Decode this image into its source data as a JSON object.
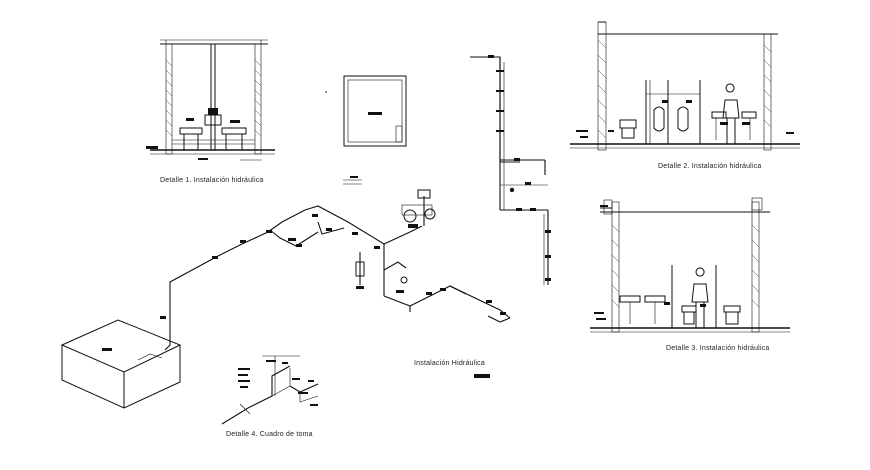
{
  "labels": {
    "detail1": "Detalle 1. Instalación hidráulica",
    "detail2": "Detalle 2. Instalación hidráulica",
    "detail3": "Detalle 3. Instalación hidráulica",
    "detail4": "Detalle 4. Cuadro de toma",
    "main": "Instalación Hidráulica"
  }
}
